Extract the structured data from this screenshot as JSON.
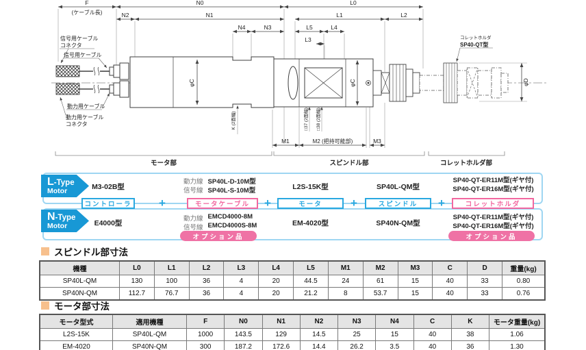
{
  "diagram": {
    "dims": {
      "F": "F",
      "f_note": "(ケーブル長)",
      "N0": "N0",
      "N1": "N1",
      "N2": "N2",
      "N3": "N3",
      "N4": "N4",
      "L0": "L0",
      "L1": "L1",
      "L2": "L2",
      "L3": "L3",
      "L4": "L4",
      "L5": "L5",
      "M1": "M1",
      "M2": "M2 (把持可能部)",
      "M3": "M3",
      "phiC": "φC",
      "phiD": "φD",
      "K": "K (2面幅)",
      "sq37": "□37 (2面幅)",
      "sq38": "□38 (2面幅)"
    },
    "labels": {
      "signal_connector_1": "信号用ケーブル",
      "signal_connector_2": "コネクタ",
      "signal_cable": "信号用ケーブル",
      "power_cable": "動力用ケーブル",
      "power_connector_1": "動力用ケーブル",
      "power_connector_2": "コネクタ",
      "collet_note_1": "コレットホルダ",
      "collet_note_2": "SP40-QT型",
      "section_motor": "モータ部",
      "section_spindle": "スピンドル部",
      "section_collet": "コレットホルダ部"
    }
  },
  "banner": {
    "l_type": {
      "line1": "L-Type",
      "line2": "Motor"
    },
    "n_type": {
      "line1": "N-Type",
      "line2": "Motor"
    },
    "plus": "+",
    "boxes": {
      "controller": "コントローラ",
      "cable": "モータケーブル",
      "motor": "モータ",
      "spindle": "スピンドル",
      "collet": "コレットホルダ"
    },
    "controller": {
      "l": "M3-02B型",
      "n": "E4000型"
    },
    "cable": {
      "l": [
        {
          "k": "動力線",
          "v": "SP40L-D-10M型"
        },
        {
          "k": "信号線",
          "v": "SP40L-S-10M型"
        }
      ],
      "n": [
        {
          "k": "動力線",
          "v": "EMCD4000-8M"
        },
        {
          "k": "信号線",
          "v": "EMCD4000S-8M"
        }
      ],
      "option": "オプション品"
    },
    "motor": {
      "l": "L2S-15K型",
      "n": "EM-4020型"
    },
    "spindle": {
      "l": "SP40L-QM型",
      "n": "SP40N-QM型"
    },
    "collet": {
      "l": [
        "SP40-QT-ER11M型(ギヤ付)",
        "SP40-QT-ER16M型(ギヤ付)"
      ],
      "n": [
        "SP40-QT-ER11M型(ギヤ付)",
        "SP40-QT-ER16M型(ギヤ付)"
      ],
      "option": "オプション品"
    }
  },
  "spindle_table": {
    "title": "スピンドル部寸法",
    "headers": [
      "機種",
      "L0",
      "L1",
      "L2",
      "L3",
      "L4",
      "L5",
      "M1",
      "M2",
      "M3",
      "C",
      "D",
      "重量(kg)"
    ],
    "rows": [
      [
        "SP40L-QM",
        "130",
        "100",
        "36",
        "4",
        "20",
        "44.5",
        "24",
        "61",
        "15",
        "40",
        "33",
        "0.80"
      ],
      [
        "SP40N-QM",
        "112.7",
        "76.7",
        "36",
        "4",
        "20",
        "21.2",
        "8",
        "53.7",
        "15",
        "40",
        "33",
        "0.76"
      ]
    ]
  },
  "motor_table": {
    "title": "モータ部寸法",
    "headers": [
      "モータ型式",
      "適用機種",
      "F",
      "N0",
      "N1",
      "N2",
      "N3",
      "N4",
      "C",
      "K",
      "モータ重量(kg)"
    ],
    "rows": [
      [
        "L2S-15K",
        "SP40L-QM",
        "1000",
        "143.5",
        "129",
        "14.5",
        "25",
        "15",
        "40",
        "38",
        "1.06"
      ],
      [
        "EM-4020",
        "SP40N-QM",
        "300",
        "187.2",
        "172.6",
        "14.4",
        "26.2",
        "3.5",
        "40",
        "36",
        "1.30"
      ]
    ]
  },
  "colors": {
    "blue": "#29a8e0",
    "blue_dark": "#1898d5",
    "pink": "#ef72a5",
    "orange": "#f7c08d"
  }
}
